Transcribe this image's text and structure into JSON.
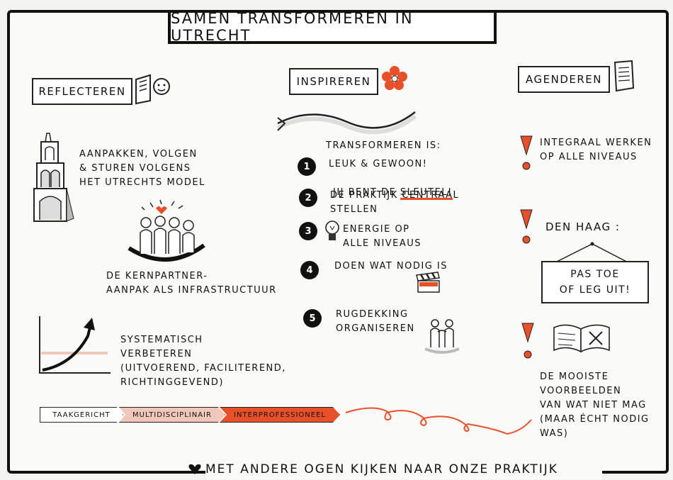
{
  "title": "Samen transformeren in Utrecht",
  "colors": {
    "accent": "#e8502a",
    "accent_light": "#f1c7b9",
    "ink": "#111111",
    "paper": "#fafaf8"
  },
  "reflecteren": {
    "label": "Reflecteren",
    "item1": "Aanpakken, volgen\n& sturen volgens\nhet Utrechts model",
    "item2": "De kernpartner-\naanpak als infrastructuur",
    "item3": "Systematisch\nverbeteren\n(uitvoerend, faciliterend,\nrichtinggevend)"
  },
  "inspireren": {
    "label": "Inspireren",
    "heading": "Transformeren is:",
    "items": [
      {
        "num": "1",
        "text": "Leuk & gewoon!"
      },
      {
        "num": "2",
        "text": "De praktijk centraal\nstellen"
      },
      {
        "num": "3",
        "text": "Energie op\nalle niveaus"
      },
      {
        "num": "4",
        "text": "Doen wat nodig is"
      },
      {
        "num": "5",
        "text": "Rugdekking\norganiseren"
      }
    ],
    "item1_sub_prefix": "Jij bent de ",
    "item1_sub_key": "sleutel!"
  },
  "agenderen": {
    "label": "Agenderen",
    "item1": "Integraal werken\nop alle niveaus",
    "item2": "Den Haag :",
    "sign": "Pas toe\nof leg uit!",
    "item3": "De mooiste\nvoorbeelden\nvan wat niet mag\n(maar écht nodig\nwas)"
  },
  "progress_bar": [
    "Taakgericht",
    "Multidisciplinair",
    "Interprofessioneel"
  ],
  "bottom_line": "Met andere ogen kijken naar onze praktijk"
}
